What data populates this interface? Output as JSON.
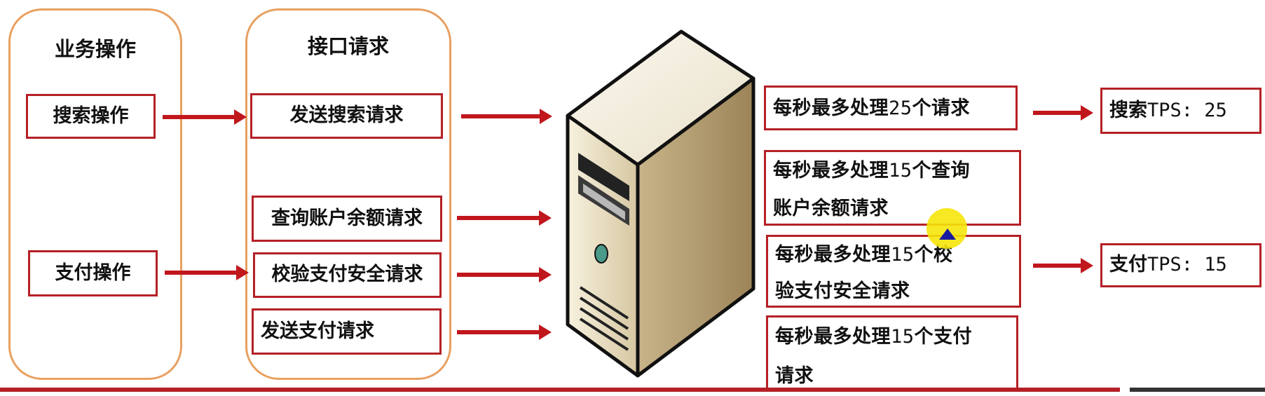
{
  "groups": {
    "business": {
      "title": "业务操作"
    },
    "interface": {
      "title": "接口请求"
    }
  },
  "business_ops": [
    {
      "label": "搜索操作"
    },
    {
      "label": "支付操作"
    }
  ],
  "requests": [
    {
      "label": "发送搜索请求"
    },
    {
      "label": "查询账户余额请求"
    },
    {
      "label": "校验支付安全请求"
    },
    {
      "label": "发送支付请求"
    }
  ],
  "capacity": [
    {
      "prefix": "每秒最多处理",
      "number": "25",
      "suffix": "个请求",
      "line2": ""
    },
    {
      "prefix": "每秒最多处理",
      "number": "15",
      "suffix": "个查询",
      "line2": "账户余额请求"
    },
    {
      "prefix": "每秒最多处理",
      "number": "15",
      "suffix": "个校",
      "line2": "验支付安全请求"
    },
    {
      "prefix": "每秒最多处理",
      "number": "15",
      "suffix": "个支付",
      "line2": "请求"
    }
  ],
  "results": [
    {
      "prefix": "搜索",
      "value": "TPS: 25"
    },
    {
      "prefix": "支付",
      "value": "TPS: 15"
    }
  ],
  "colors": {
    "group_border": "#e8a060",
    "box_border": "#b52026",
    "arrow": "#c0171d",
    "cursor_highlight": "#f5e50a"
  },
  "icons": {
    "server": "server-tower-icon"
  }
}
